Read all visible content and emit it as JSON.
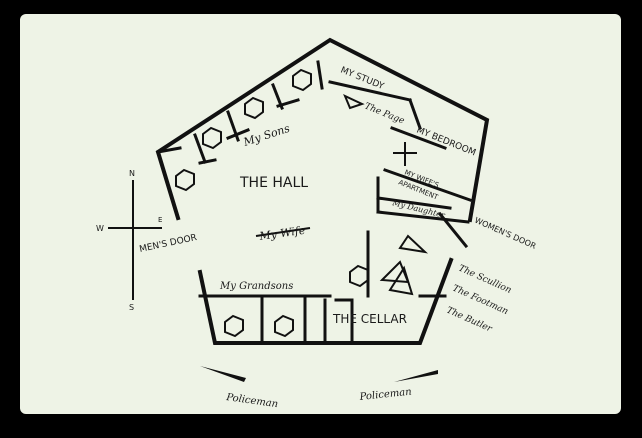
{
  "plan": {
    "rooms": {
      "hall": "THE HALL",
      "cellar": "THE CELLAR",
      "study": "MY STUDY",
      "bedroom": "MY BEDROOM",
      "wifes_apartment_line1": "MY WIFE'S",
      "wifes_apartment_line2": "APARTMENT"
    },
    "people": {
      "sons": "My Sons",
      "wife": "My Wife",
      "grandsons": "My Grandsons",
      "page": "The Page",
      "daughter": "My Daughter",
      "scullion": "The Scullion",
      "footman": "The Footman",
      "butler": "The Butler",
      "policeman_left": "Policeman",
      "policeman_right": "Policeman"
    },
    "doors": {
      "mens": "MEN'S DOOR",
      "womens": "WOMEN'S DOOR"
    },
    "compass": {
      "n": "N",
      "s": "S",
      "e": "E",
      "w": "W"
    }
  }
}
